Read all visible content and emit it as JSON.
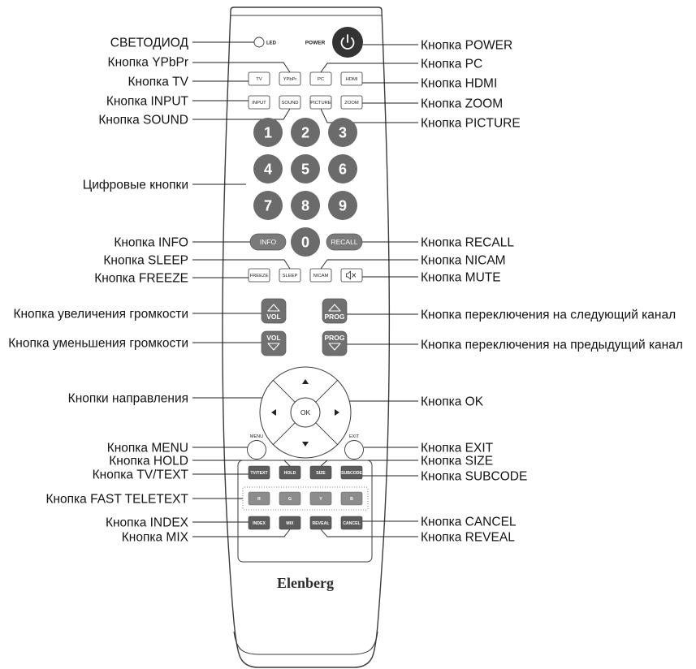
{
  "remote": {
    "brand": "Elenberg",
    "led": "LED",
    "power": "POWER",
    "row_source": [
      "TV",
      "YPbPr",
      "PC",
      "HDMI"
    ],
    "row_av": [
      "INPUT",
      "SOUND",
      "PICTURE",
      "ZOOM"
    ],
    "digits": [
      "1",
      "2",
      "3",
      "4",
      "5",
      "6",
      "7",
      "8",
      "9",
      "0"
    ],
    "info": "INFO",
    "recall": "RECALL",
    "row_misc": [
      "FREEZE",
      "SLEEP",
      "NICAM"
    ],
    "vol": "VOL",
    "prog": "PROG",
    "ok": "OK",
    "menu": "MENU",
    "exit": "EXIT",
    "row_teletext_top": [
      "TV/TEXT",
      "HOLD",
      "SIZE",
      "SUBCODE"
    ],
    "row_fastext": [
      "R",
      "G",
      "Y",
      "B"
    ],
    "row_teletext_bottom": [
      "INDEX",
      "MIX",
      "REVEAL",
      "CANCEL"
    ],
    "icons": {
      "power": "power-icon",
      "mute": "mute-icon",
      "up": "arrow-up-icon",
      "down": "arrow-down-icon",
      "left": "arrow-left-icon",
      "right": "arrow-right-icon"
    }
  },
  "callouts": {
    "left": [
      "СВЕТОДИОД",
      "Кнопка YPbPr",
      "Кнопка TV",
      "Кнопка INPUT",
      "Кнопка SOUND",
      "Цифровые кнопки",
      "Кнопка INFO",
      "Кнопка SLEEP",
      "Кнопка FREEZE",
      "Кнопка увеличения громкости",
      "Кнопка уменьшения громкости",
      "Кнопки направления",
      "Кнопка MENU",
      "Кнопка HOLD",
      "Кнопка TV/TEXT",
      "Кнопка FAST TELETEXT",
      "Кнопка INDEX",
      "Кнопка MIX"
    ],
    "right": [
      "Кнопка POWER",
      "Кнопка PC",
      "Кнопка HDMI",
      "Кнопка ZOOM",
      "Кнопка PICTURE",
      "Кнопка RECALL",
      "Кнопка NICAM",
      "Кнопка MUTE",
      "Кнопка переключения на следующий канал",
      "Кнопка переключения на предыдущий канал",
      "Кнопка OK",
      "Кнопка EXIT",
      "Кнопка SIZE",
      "Кнопка SUBCODE",
      "Кнопка CANCEL",
      "Кнопка REVEAL"
    ]
  }
}
